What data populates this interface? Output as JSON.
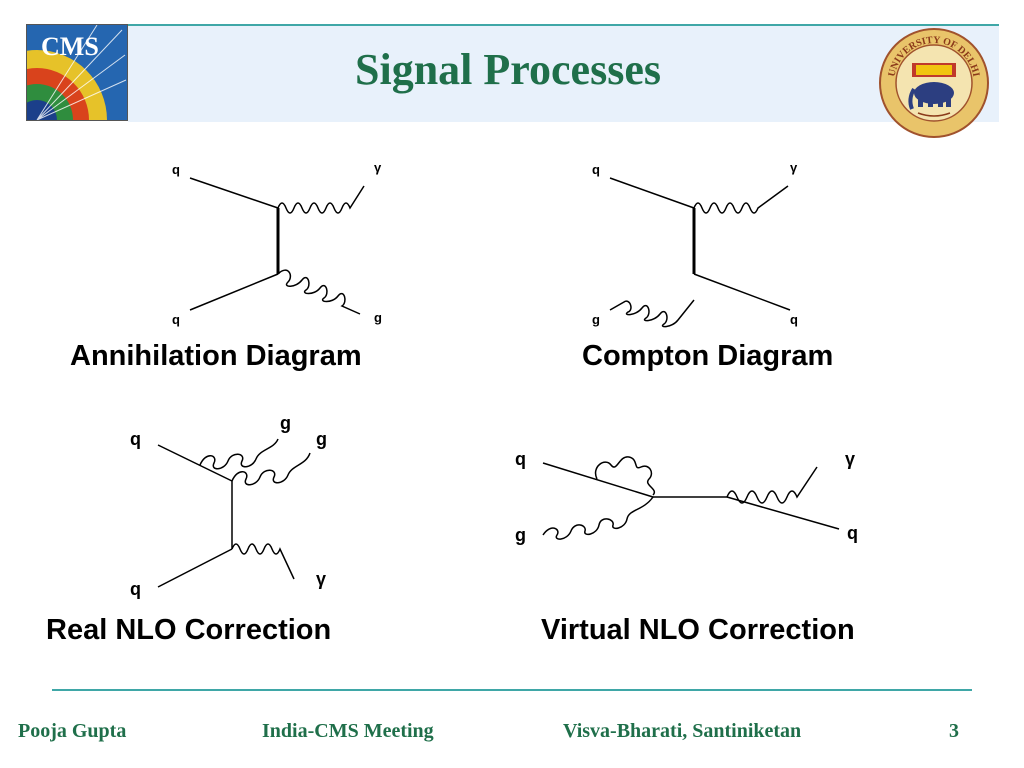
{
  "slide": {
    "title": "Signal Processes",
    "cms_logo_text": "CMS",
    "seal_text": "UNIVERSITY OF DELHI"
  },
  "diagrams": {
    "annihilation": {
      "caption": "Annihilation Diagram",
      "labels": {
        "top_left": "q",
        "top_right": "γ",
        "bottom_left": "q",
        "bottom_right": "g"
      }
    },
    "compton": {
      "caption": "Compton Diagram",
      "labels": {
        "top_left": "q",
        "top_right": "γ",
        "bottom_left": "g",
        "bottom_right": "q"
      }
    },
    "real_nlo": {
      "caption": "Real NLO Correction",
      "labels": {
        "in_top": "q",
        "gluon_1": "g",
        "gluon_2": "g",
        "in_bottom": "q",
        "photon": "γ"
      }
    },
    "virtual_nlo": {
      "caption": "Virtual NLO Correction",
      "labels": {
        "in_quark": "q",
        "in_gluon": "g",
        "out_photon": "γ",
        "out_quark": "q"
      }
    }
  },
  "footer": {
    "author": "Pooja Gupta",
    "meeting": "India-CMS Meeting",
    "venue": "Visva-Bharati, Santiniketan",
    "page": "3"
  }
}
